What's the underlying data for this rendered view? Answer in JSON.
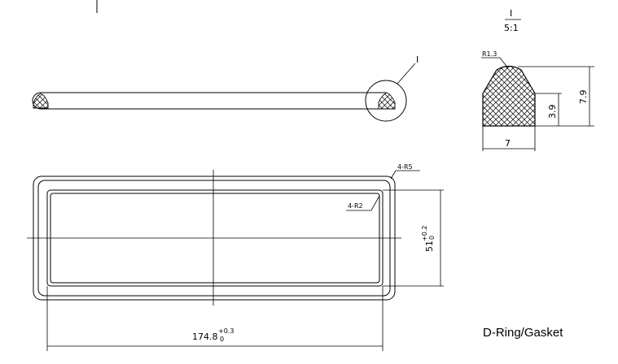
{
  "caption": "D-Ring/Gasket",
  "detail": {
    "marker": "I",
    "scale": "5:1",
    "radius": "R1.3",
    "total_height": "7.9",
    "side_height": "3.9",
    "width": "7"
  },
  "plan": {
    "outer_radius": "4-R5",
    "inner_radius": "4-R2",
    "length_nominal": "174.8",
    "length_tol_upper": "+0.3",
    "length_tol_lower": "0",
    "height_nominal": "51",
    "height_tol_upper": "+0.2",
    "height_tol_lower": "0"
  }
}
